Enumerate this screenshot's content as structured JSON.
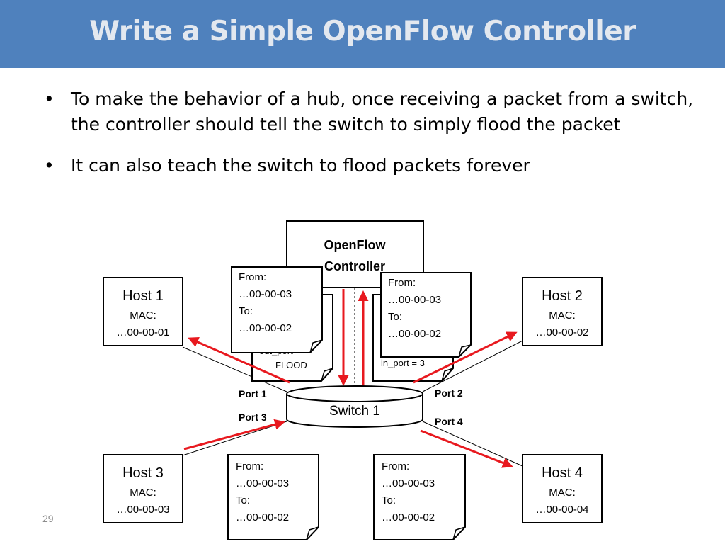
{
  "title": "Write a Simple OpenFlow Controller",
  "bullets": [
    "To make the behavior of a hub, once receiving a packet from a switch, the controller should tell the switch to simply flood the packet",
    "It can also teach the switch to flood packets forever"
  ],
  "controller": {
    "line1": "OpenFlow",
    "line2": "Controller"
  },
  "switch_label": "Switch 1",
  "ports": {
    "p1": "Port 1",
    "p2": "Port 2",
    "p3": "Port 3",
    "p4": "Port 4"
  },
  "hosts": [
    {
      "name": "Host 1",
      "mac_label": "MAC:",
      "mac": "…00-00-01"
    },
    {
      "name": "Host 2",
      "mac_label": "MAC:",
      "mac": "…00-00-02"
    },
    {
      "name": "Host 3",
      "mac_label": "MAC:",
      "mac": "…00-00-03"
    },
    {
      "name": "Host 4",
      "mac_label": "MAC:",
      "mac": "…00-00-04"
    }
  ],
  "packet": {
    "from": "From:",
    "src": "…00-00-03",
    "to": "To:",
    "dst": "…00-00-02"
  },
  "hidden_msgs": {
    "left_partial": "out_port =",
    "left_value": "FLOOD",
    "right": "in_port = 3"
  },
  "slide_number": "29",
  "colors": {
    "title_bar": "#4f81bd",
    "arrow": "#e8191f"
  }
}
